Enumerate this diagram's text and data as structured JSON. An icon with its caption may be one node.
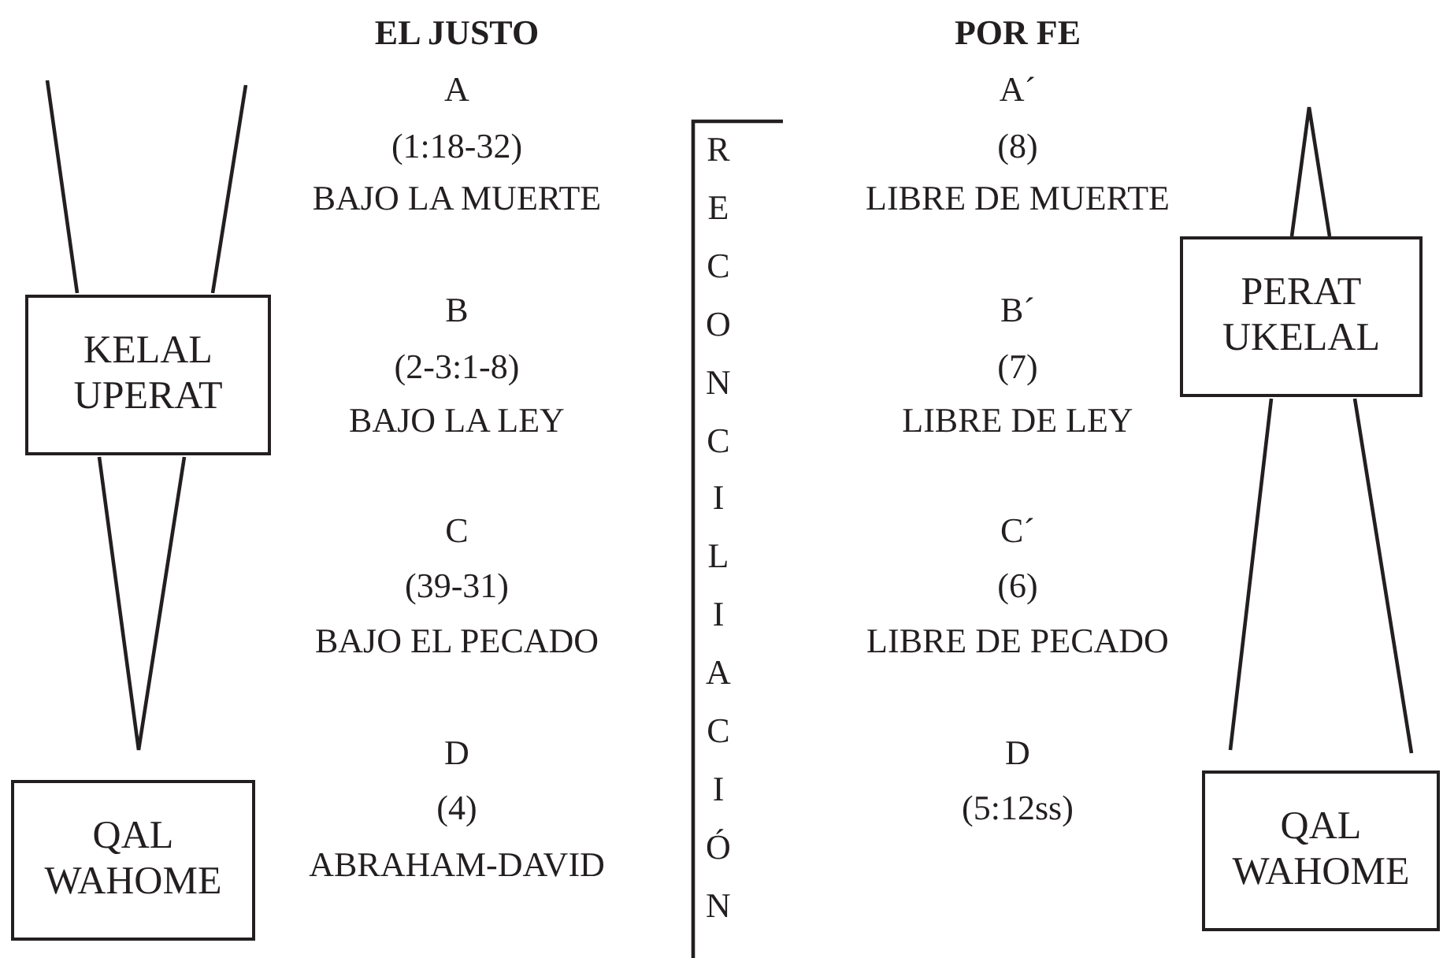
{
  "diagram": {
    "nodes": [
      {
        "text": [
          "KELAL UPERAT"
        ]
      },
      {
        "text": [
          "PERAT UKELAL"
        ]
      },
      {
        "text": [
          "QAL WAHOME"
        ]
      },
      {
        "text": [
          "QAL WAHOME"
        ]
      }
    ],
    "labels": [
      "EL JUSTO",
      "A",
      "(1:18-32)",
      "BAJO LA MUERTE",
      "B",
      "(2-3:1-8)",
      "BAJO LA LEY",
      "C",
      "(39-31)",
      "BAJO EL PECADO",
      "D",
      "(4)",
      "ABRAHAM-DAVID",
      "RECONCILIACIÓN",
      "POR FE",
      "A´",
      "(8)",
      "LIBRE DE MUERTE",
      "B´",
      "(7)",
      "LIBRE DE LEY",
      "C´",
      "(6)",
      "LIBRE DE PECADO",
      "D",
      "(5:12ss)"
    ]
  }
}
